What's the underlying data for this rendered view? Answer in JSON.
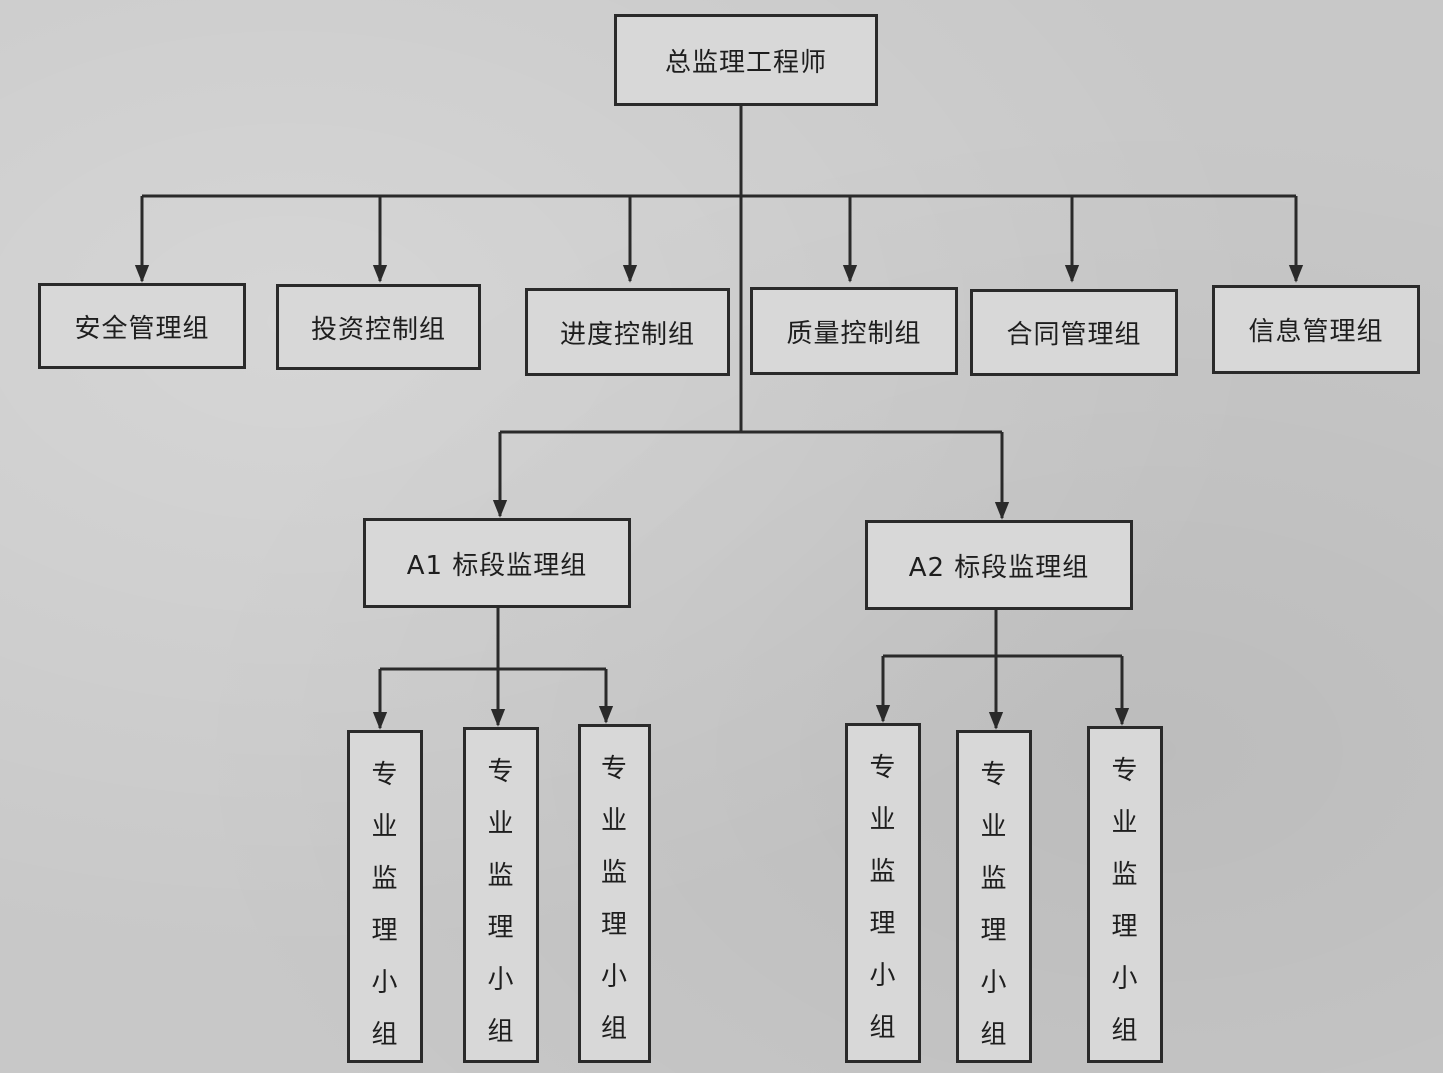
{
  "diagram": {
    "root": {
      "label": "总监理工程师"
    },
    "groups": [
      {
        "label": "安全管理组"
      },
      {
        "label": "投资控制组"
      },
      {
        "label": "进度控制组"
      },
      {
        "label": "质量控制组"
      },
      {
        "label": "合同管理组"
      },
      {
        "label": "信息管理组"
      }
    ],
    "sections": [
      {
        "label": "A1 标段监理组",
        "teams": [
          {
            "label": "专业监理小组"
          },
          {
            "label": "专业监理小组"
          },
          {
            "label": "专业监理小组"
          }
        ]
      },
      {
        "label": "A2 标段监理组",
        "teams": [
          {
            "label": "专业监理小组"
          },
          {
            "label": "专业监理小组"
          },
          {
            "label": "专业监理小组"
          }
        ]
      }
    ],
    "colors": {
      "line": "#2a2a2a",
      "box_fill": "#d8d8d8",
      "background": "#c8c8c8"
    }
  }
}
